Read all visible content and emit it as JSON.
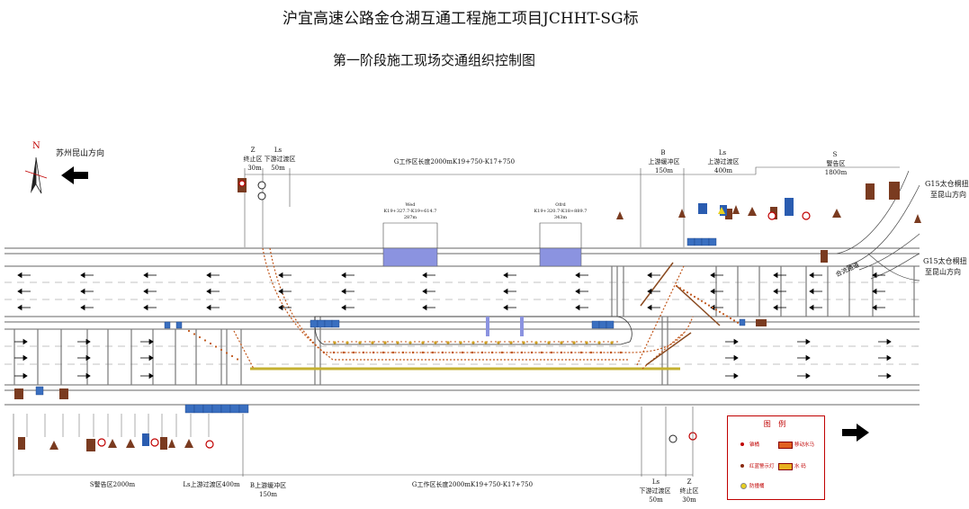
{
  "title": {
    "line1": "沪宜高速公路金仓湖互通工程施工项目JCHHT-SG标",
    "line2": "第一阶段施工现场交通组织控制图"
  },
  "direction": {
    "left_top": "苏州昆山方向",
    "right_top": "G15太仓桐扭方向至昆山方向",
    "right_top_line1": "G15太仓桐扭",
    "right_top_line2": "至昆山方向",
    "right_mid_line1": "G15太仓桐扭",
    "right_mid_line2": "至昆山方向",
    "merge": "合流路道",
    "north": "N"
  },
  "top_zones": {
    "z_letter": "Z",
    "z_name": "终止区",
    "z_len": "30m",
    "ls_letter": "Ls",
    "ls_name": "下游过渡区",
    "ls_len": "50m",
    "g_label": "G工作区长度2000mK19+750-K17+750",
    "b_letter": "B",
    "b_name": "上游缓冲区",
    "b_len": "150m",
    "ls2_letter": "Ls",
    "ls2_name": "上游过渡区",
    "ls2_len": "400m",
    "s_letter": "S",
    "s_name": "警告区",
    "s_len": "1800m"
  },
  "bottom_zones": {
    "s_label": "S警告区2000m",
    "ls_label": "Ls上游过渡区400m",
    "b_name": "B上游缓冲区",
    "b_len": "150m",
    "g_label": "G工作区长度2000mK19+750-K17+750",
    "ls_letter": "Ls",
    "ls_name": "下游过渡区",
    "ls_len": "50m",
    "z_letter": "Z",
    "z_name": "终止区",
    "z_len": "30m"
  },
  "work_boxes": [
    {
      "line1": "Wed",
      "line2": "K19+327.7-K19+614.7",
      "line3": "287m"
    },
    {
      "line1": "Ofrd",
      "line2": "K19+320.7-K18+889.7",
      "line3": "343m"
    }
  ],
  "legend": {
    "title": "图 例",
    "items": [
      "锥桶",
      "红蓝警示灯",
      "防撞桶",
      "移动水马",
      "水 码"
    ]
  },
  "colors": {
    "red": "#c00000",
    "cone": "#c0561a",
    "yellow": "#e8d020",
    "blue_box": "#8b93e0",
    "sign_brown": "#7a3b20",
    "sign_blue": "#2a5cb0"
  }
}
